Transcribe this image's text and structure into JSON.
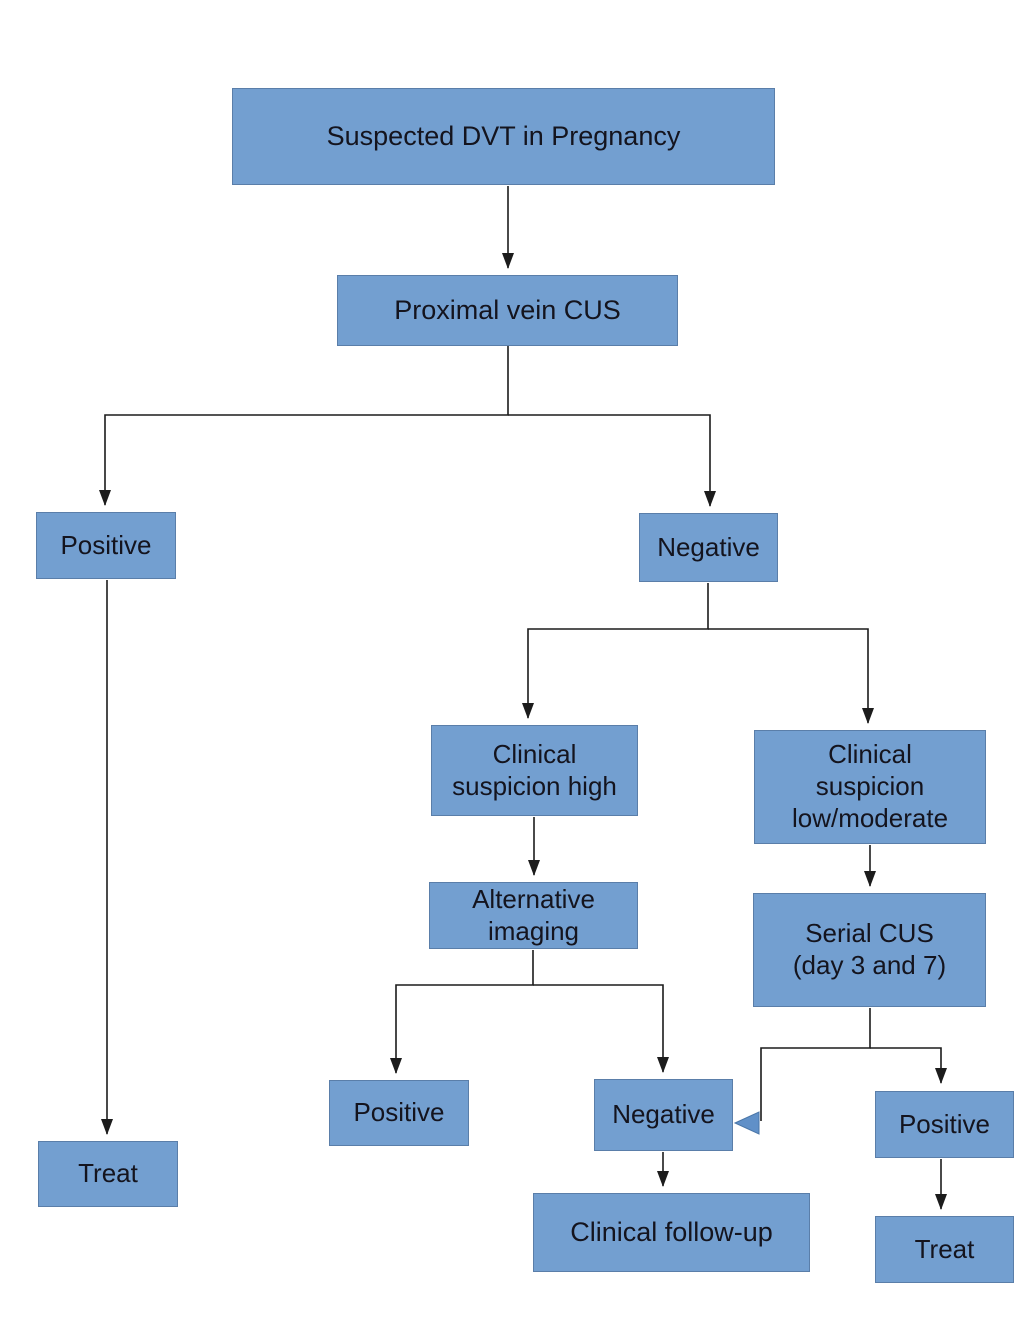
{
  "diagram": {
    "type": "flowchart",
    "topic": "Suspected DVT in Pregnancy"
  },
  "colors": {
    "node_fill": "#739fd0",
    "node_border": "#5a7ea9",
    "node_text": "#14141e",
    "connector": "#1c1c1c",
    "feedback_arrowhead": "#6090c8"
  },
  "nodes": {
    "suspected": {
      "label": "Suspected DVT in Pregnancy"
    },
    "proximal_cus": {
      "label": "Proximal vein CUS"
    },
    "cus_positive": {
      "label": "Positive"
    },
    "cus_negative": {
      "label": "Negative"
    },
    "suspicion_high": {
      "label": "Clinical\nsuspicion high"
    },
    "suspicion_low_moderate": {
      "label": "Clinical\nsuspicion\nlow/moderate"
    },
    "alternative_imaging": {
      "label": "Alternative\nimaging"
    },
    "serial_cus": {
      "label": "Serial CUS\n(day 3 and 7)"
    },
    "imaging_positive": {
      "label": "Positive"
    },
    "imaging_negative": {
      "label": "Negative"
    },
    "clinical_followup": {
      "label": "Clinical follow-up"
    },
    "serial_positive": {
      "label": "Positive"
    },
    "treat_left": {
      "label": "Treat"
    },
    "treat_right": {
      "label": "Treat"
    }
  },
  "edges": [
    {
      "from": "suspected",
      "to": "proximal_cus"
    },
    {
      "from": "proximal_cus",
      "to": "cus_positive"
    },
    {
      "from": "proximal_cus",
      "to": "cus_negative"
    },
    {
      "from": "cus_positive",
      "to": "treat_left"
    },
    {
      "from": "cus_negative",
      "to": "suspicion_high"
    },
    {
      "from": "cus_negative",
      "to": "suspicion_low_moderate"
    },
    {
      "from": "suspicion_high",
      "to": "alternative_imaging"
    },
    {
      "from": "alternative_imaging",
      "to": "imaging_positive"
    },
    {
      "from": "alternative_imaging",
      "to": "imaging_negative"
    },
    {
      "from": "suspicion_low_moderate",
      "to": "serial_cus"
    },
    {
      "from": "serial_cus",
      "to": "imaging_negative"
    },
    {
      "from": "serial_cus",
      "to": "serial_positive"
    },
    {
      "from": "imaging_negative",
      "to": "clinical_followup"
    },
    {
      "from": "serial_positive",
      "to": "treat_right"
    }
  ]
}
